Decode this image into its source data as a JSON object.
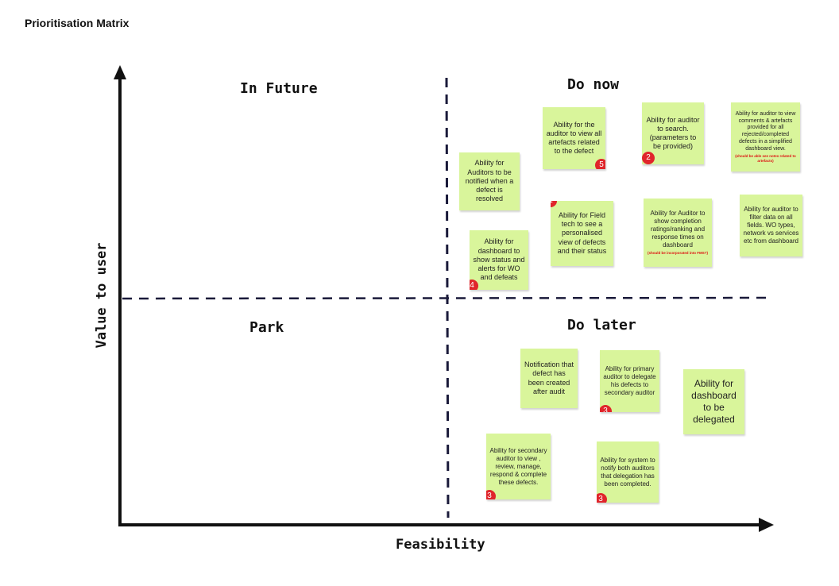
{
  "title": "Prioritisation Matrix",
  "axes": {
    "x_label": "Feasibility",
    "y_label": "Value to user"
  },
  "quadrants": {
    "top_left": "In Future",
    "top_right": "Do now",
    "bottom_left": "Park",
    "bottom_right": "Do later"
  },
  "colors": {
    "sticky_note": "#d9f59b",
    "badge": "#e0252b",
    "axis": "#111111",
    "divider": "#1a1a3a"
  },
  "notes": [
    {
      "text": "Ability for Auditors to be notified when a defect is resolved",
      "badge": ""
    },
    {
      "text": "Ability for dashboard to show status and alerts for WO and defeats",
      "badge": "4"
    },
    {
      "text": "Ability for the auditor to view all artefacts related to the defect",
      "badge": "5"
    },
    {
      "text": "Ability for Field tech to see a personalised view of defects and their status",
      "badge": "1"
    },
    {
      "text": "Ability for auditor to search. (parameters to be provided)",
      "badge": "2"
    },
    {
      "text": "Ability for Auditor to show completion ratings/ranking and response times on dashboard",
      "sub": "(should be incorporated into FMS?)",
      "badge": ""
    },
    {
      "text": "Ability for auditor to view comments & artefacts provided for all rejected/completed defects in a simplified dashboard view.",
      "sub": "(should be able see notes related to artefacts)",
      "badge": ""
    },
    {
      "text": "Ability for auditor to filter data on all fields. WO types, network vs services etc from dashboard",
      "badge": ""
    },
    {
      "text": "Notification that defect has been created after audit",
      "badge": ""
    },
    {
      "text": "Ability for primary auditor to delegate his defects to secondary auditor",
      "badge": "3"
    },
    {
      "text": "Ability for dashboard to be delegated",
      "badge": ""
    },
    {
      "text": "Ability for secondary auditor to view , review, manage, respond & complete these defects.",
      "badge": "3"
    },
    {
      "text": "Ability for system to notify both auditors that delegation has been completed.",
      "badge": "3"
    }
  ]
}
